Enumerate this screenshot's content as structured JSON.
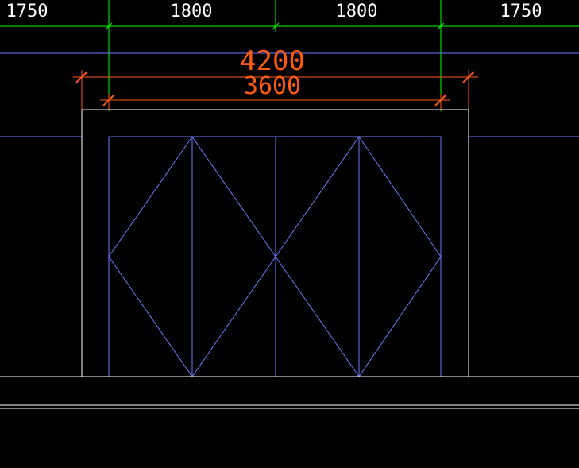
{
  "colors": {
    "background": "#000000",
    "green": "#00ff00",
    "blue": "#6a7dff",
    "white": "#ffffff",
    "orange": "#ff5a14"
  },
  "top_dimensions": [
    "1750",
    "1800",
    "1800",
    "1750"
  ],
  "opening_dimensions": {
    "outer": "4200",
    "inner": "3600"
  }
}
